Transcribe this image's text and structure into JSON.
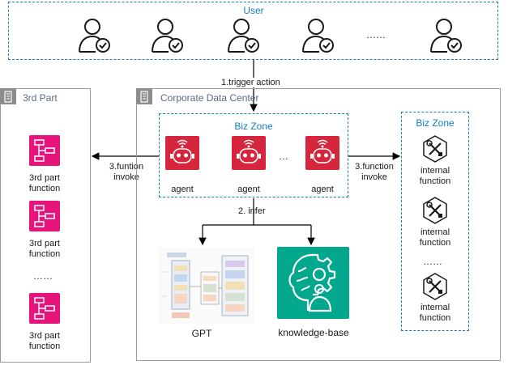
{
  "user_zone": {
    "title": "User",
    "ellipsis": "……"
  },
  "third_party": {
    "title": "3rd Part",
    "function_label": [
      "3rd part",
      "function"
    ],
    "ellipsis": "……"
  },
  "corporate": {
    "title": "Corporate Data Center",
    "biz_zone_left": {
      "title": "Biz Zone",
      "agent_label": "agent",
      "ellipsis": "…"
    },
    "biz_zone_right": {
      "title": "Biz Zone",
      "function_label": [
        "internal",
        "function"
      ],
      "ellipsis": "……"
    },
    "gpt_label": "GPT",
    "kb_label": "knowledge-base"
  },
  "arrows": {
    "trigger": "1.trigger action",
    "infer": "2. infer",
    "invoke_left": [
      "3.funtion",
      "invoke"
    ],
    "invoke_right": [
      "3.function",
      "invoke"
    ]
  },
  "colors": {
    "zone_border": "#147eba",
    "agent_tile": "#d6263d",
    "fn_tile": "#e7157b",
    "kb_tile": "#01a88d",
    "group_border": "#9a9a9a"
  }
}
